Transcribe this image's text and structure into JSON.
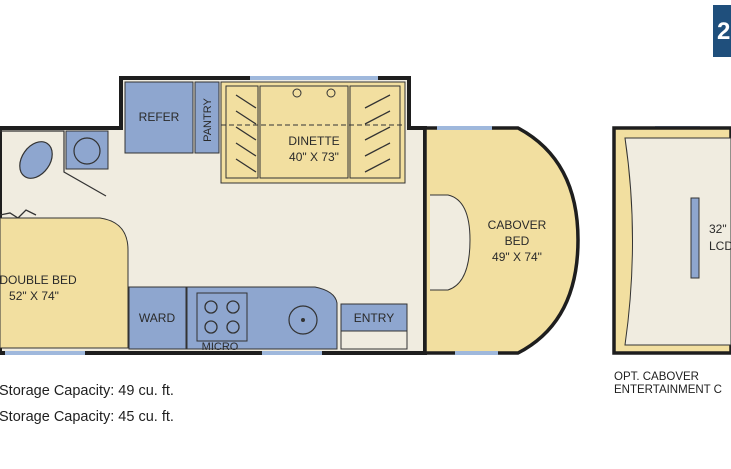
{
  "badge": {
    "text": "2"
  },
  "rooms": {
    "refer": "REFER",
    "pantry": "PANTRY",
    "dinette_name": "DINETTE",
    "dinette_size": "40\" X 73\"",
    "cabover_line1": "CABOVER",
    "cabover_line2": "BED",
    "cabover_size": "49\" X 74\"",
    "double_bed": "DOUBLE BED",
    "double_bed_size": "52\" X 74\"",
    "ward": "WARD",
    "micro": "MICRO",
    "entry": "ENTRY",
    "lcd_line1": "32\"",
    "lcd_line2": "LCD"
  },
  "notes": {
    "storage_1": "Storage Capacity: 49 cu. ft.",
    "storage_2": "Storage Capacity: 45 cu. ft.",
    "option_line1": "OPT. CABOVER",
    "option_line2": "ENTERTAINMENT C"
  },
  "colors": {
    "floor": "#f0ece0",
    "furniture_yellow": "#f2dfa0",
    "cabinet_blue": "#8ea6cf",
    "wall": "#1e1e1e",
    "window_blue": "#9fb8dc"
  }
}
